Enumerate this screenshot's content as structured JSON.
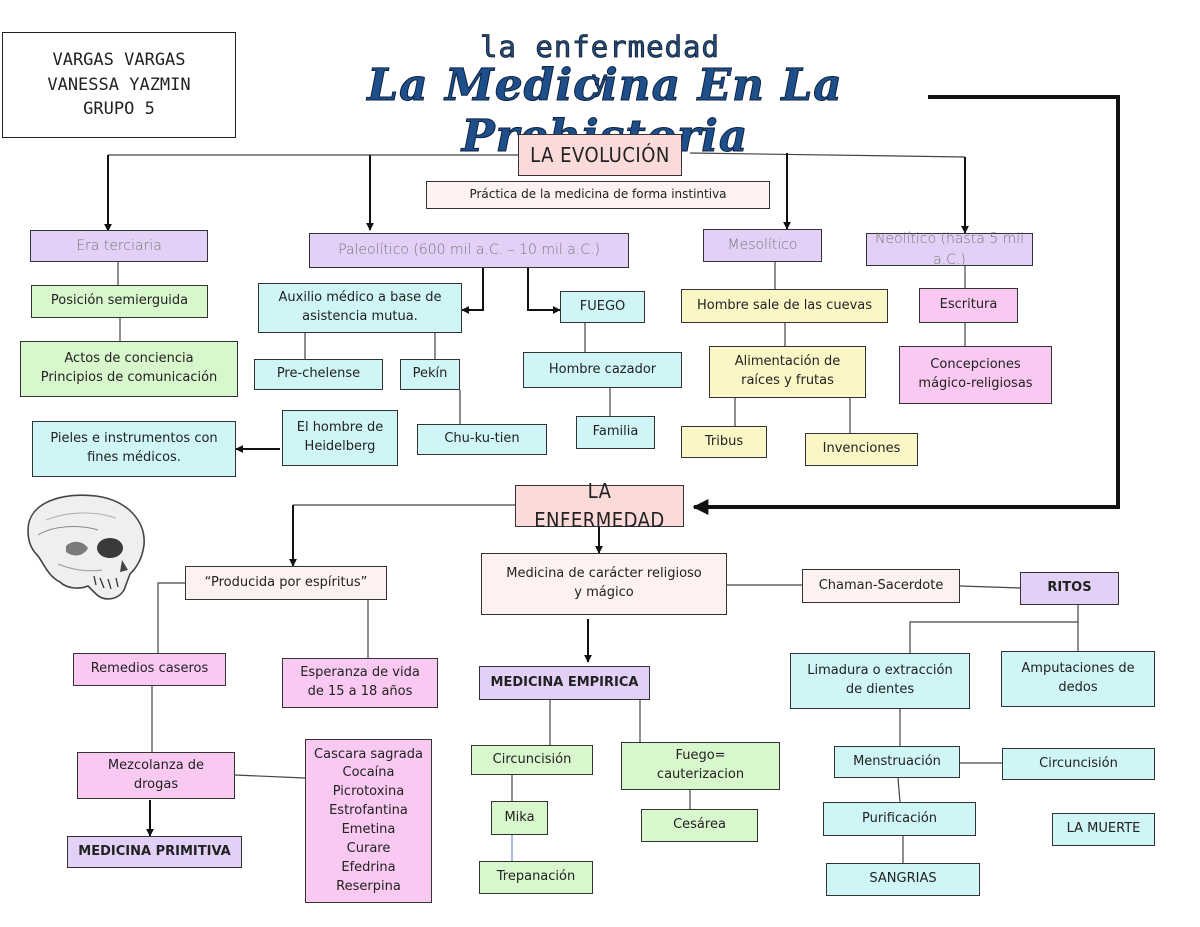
{
  "author": {
    "line1": "VARGAS VARGAS",
    "line2": "VANESSA YAZMIN",
    "line3": "GRUPO 5"
  },
  "title": {
    "small": "la enfermedad y",
    "large": "La Medicina En La Prehistoria"
  },
  "evolucion": {
    "heading": "LA EVOLUCIÓN",
    "desc": "Práctica de la medicina de forma instintiva",
    "terciaria": {
      "label": "Era terciaria",
      "posicion": "Posición semierguida",
      "actos": "Actos de conciencia\nPrincipios de comunicación"
    },
    "paleolitico": {
      "label": "Paleolítico (600 mil a.C. – 10 mil a.C.)",
      "auxilio": "Auxilio médico a base de\nasistencia mutua.",
      "prechelense": "Pre-chelense",
      "pekin": "Pekín",
      "chukutien": "Chu-ku-tien",
      "heidelberg": "El hombre de\nHeidelberg",
      "pieles": "Pieles e instrumentos con\nfines médicos.",
      "fuego": "FUEGO",
      "cazador": "Hombre cazador",
      "familia": "Familia"
    },
    "mesolitico": {
      "label": "Mesolítico",
      "hombre_sale": "Hombre sale de las cuevas",
      "alimentacion": "Alimentación de\nraíces y frutas",
      "tribus": "Tribus",
      "invenciones": "Invenciones"
    },
    "neolitico": {
      "label": "Neolítico (hasta 5 mil a.C.)",
      "escritura": "Escritura",
      "concepciones": "Concepciones\nmágico-religiosas"
    }
  },
  "enfermedad": {
    "heading": "LA ENFERMEDAD",
    "espiritus": "“Producida por espíritus”",
    "remedios": "Remedios caseros",
    "esperanza": "Esperanza de vida\nde 15 a 18 años",
    "mezcolanza": "Mezcolanza de\ndrogas",
    "primitiva": "MEDICINA PRIMITIVA",
    "drogas": [
      "Cascara sagrada",
      "Cocaína",
      "Picrotoxina",
      "Estrofantina",
      "Emetina",
      "Curare",
      "Efedrina",
      "Reserpina"
    ],
    "religioso": "Medicina de carácter religioso\ny mágico",
    "empirica": "MEDICINA EMPIRICA",
    "circuncision": "Circuncisión",
    "mika": "Mika",
    "trepanacion": "Trepanación",
    "fuego_caut": "Fuego=\ncauterizacion",
    "cesarea": "Cesárea",
    "chaman": "Chaman-Sacerdote",
    "ritos": "RITOS",
    "limadura": "Limadura o extracción\nde dientes",
    "amputaciones": "Amputaciones de\ndedos",
    "menstruacion": "Menstruación",
    "circuncision2": "Circuncisión",
    "purificacion": "Purificación",
    "sangrias": "SANGRIAS",
    "muerte": "LA MUERTE"
  },
  "colors": {
    "purple": "#e3d0f7",
    "green": "#d9f7cd",
    "cyan": "#cff5f7",
    "yellow": "#fbf6c6",
    "pink": "#f9c9f2",
    "rose": "#fbdada",
    "title": "#1e4f8a"
  },
  "icons": {
    "skull": "skull-illustration"
  }
}
